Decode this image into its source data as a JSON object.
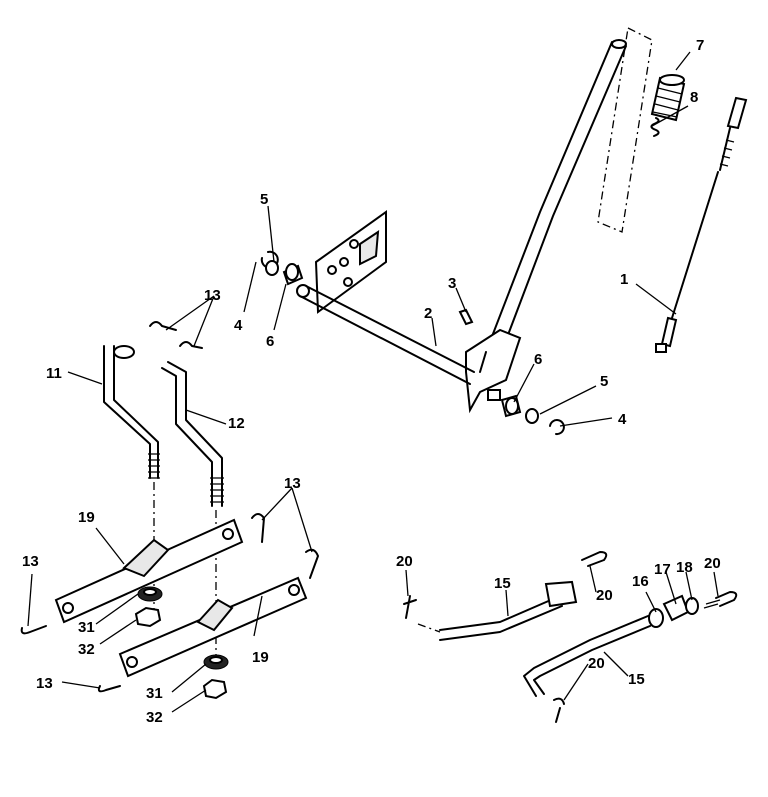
{
  "callouts": {
    "n1": "1",
    "n2": "2",
    "n3": "3",
    "n4a": "4",
    "n4b": "4",
    "n5a": "5",
    "n5b": "5",
    "n6a": "6",
    "n6b": "6",
    "n7": "7",
    "n8": "8",
    "n11": "11",
    "n12": "12",
    "n13a": "13",
    "n13b": "13",
    "n13c": "13",
    "n13d": "13",
    "n15a": "15",
    "n15b": "15",
    "n16": "16",
    "n17": "17",
    "n18": "18",
    "n19a": "19",
    "n19b": "19",
    "n20a": "20",
    "n20b": "20",
    "n20c": "20",
    "n20d": "20",
    "n31a": "31",
    "n31b": "31",
    "n32a": "32",
    "n32b": "32"
  }
}
